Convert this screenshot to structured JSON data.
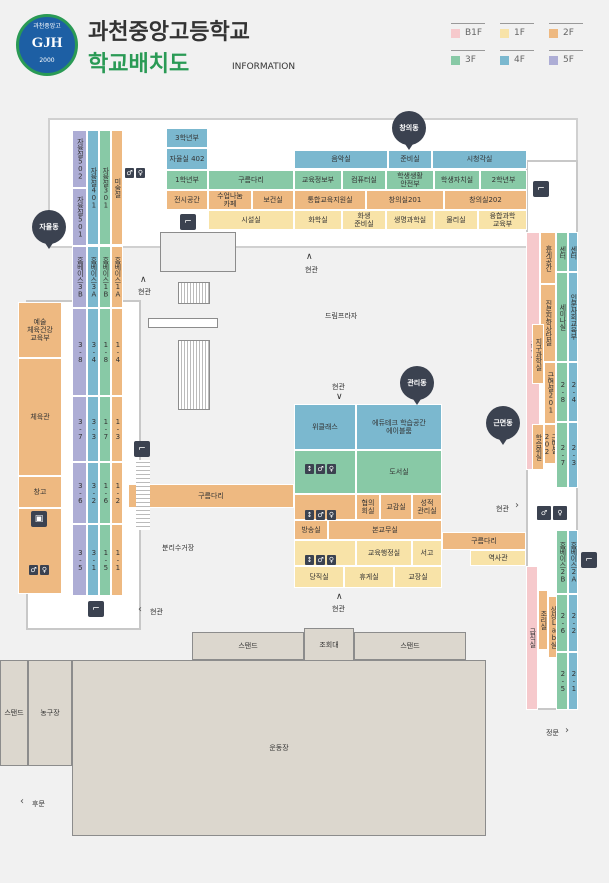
{
  "header": {
    "logo_text": "GJH",
    "logo_ring": "과천중앙고",
    "logo_year": "2000",
    "school_name": "과천중앙고등학교",
    "subtitle": "학교배치도",
    "subtitle_en": "INFORMATION"
  },
  "legend": [
    {
      "label": "B1F",
      "color": "#f6c9cc"
    },
    {
      "label": "1F",
      "color": "#f8e3a8"
    },
    {
      "label": "2F",
      "color": "#eeb981"
    },
    {
      "label": "3F",
      "color": "#88c9a6"
    },
    {
      "label": "4F",
      "color": "#7bb8cf"
    },
    {
      "label": "5F",
      "color": "#adadd5"
    }
  ],
  "badges": {
    "changui": "창의동",
    "jayul": "자율동",
    "gwalli": "관리동",
    "geunmyeon": "근면동"
  },
  "labels": {
    "entrance": "현관",
    "dream_plaza": "드림프라자",
    "recycling": "분리수거장",
    "stand": "스탠드",
    "podium": "조회대",
    "basketball": "농구장",
    "playground": "운동장",
    "back_gate": "후문",
    "main_gate": "정문"
  },
  "changui": {
    "r1": {
      "grade3": "3학년부",
      "jayul402": "자율실 402",
      "music": "음악실",
      "prep": "준비실",
      "av": "시청각실"
    },
    "r2": {
      "grade1": "1학년부",
      "corridor": "구름다리",
      "info_dept": "교육정보부",
      "computer": "컴퓨터실",
      "student_safety": "학생생활\n안전부",
      "self_gov": "학생자치실",
      "grade2": "2학년부"
    },
    "r3": {
      "exhibit": "전시공간",
      "cafe": "수업나눔\n카페",
      "health": "보건실",
      "integrated": "통합교육지원실",
      "creative201": "창의실201",
      "creative202": "창의실202"
    },
    "r4": {
      "facility": "시설실",
      "chem": "화학실",
      "chem_prep": "화생\n준비실",
      "bio": "생명과학실",
      "physics": "물리실",
      "convergence": "융합과학\n교육부"
    }
  },
  "jayul": {
    "jayul502": "자율실502",
    "jayul501": "자율실501",
    "jayul401": "자율실401",
    "jayul301": "자율실301",
    "art": "미술실",
    "hb3b": "홈베이스3B",
    "hb3a": "홈베이스3A",
    "hb1b": "홈베이스1B",
    "hb1a": "홈베이스1A",
    "c38": "3-8",
    "c34": "3-4",
    "c18": "1-8",
    "c14": "1-4",
    "c37": "3-7",
    "c33": "3-3",
    "c17": "1-7",
    "c13": "1-3",
    "c36": "3-6",
    "c32": "3-2",
    "c16": "1-6",
    "c12": "1-2",
    "c35": "3-5",
    "c31": "3-1",
    "c15": "1-5",
    "c11": "1-1"
  },
  "gym": {
    "dept": "예술\n체육건강\n교육부",
    "gym": "체육관",
    "storage": "창고"
  },
  "gwalli": {
    "wecls": "위클래스",
    "edutech": "에듀테크 학습공간\n에이블룸",
    "library": "도서실",
    "counsel": "협의\n회실",
    "staff": "교감실",
    "eval": "성적\n관리실",
    "broadcast": "방송실",
    "admin_office": "본교무실",
    "admin_dept": "교육행정실",
    "stack": "서고",
    "duty": "당직실",
    "rest": "휴게실",
    "principal": "교장실",
    "bridge_left": "구름다리",
    "bridge_right": "구름다리",
    "reception": "역사관"
  },
  "geunmyeon": {
    "hue": "휴게공간",
    "gb": "진로진학상담실",
    "earth": "지구과학실",
    "study_room": "학습위실",
    "lunch": "급식실",
    "seminar": "세미나실",
    "hb2b": "홈베이스2B",
    "hb2a": "홈베이스2A",
    "lab": "상상Lab실",
    "social": "인문사회교육부",
    "c28": "2-8",
    "c24": "2-4",
    "c27": "2-7",
    "c23": "2-3",
    "c26": "2-6",
    "c22": "2-2",
    "c25": "2-5",
    "c21": "2-1",
    "sunday201": "근면실201",
    "sunday202": "근면실202",
    "meal_cook": "조리실",
    "meal2": "급식실",
    "center1": "센터",
    "center2": "센터"
  }
}
